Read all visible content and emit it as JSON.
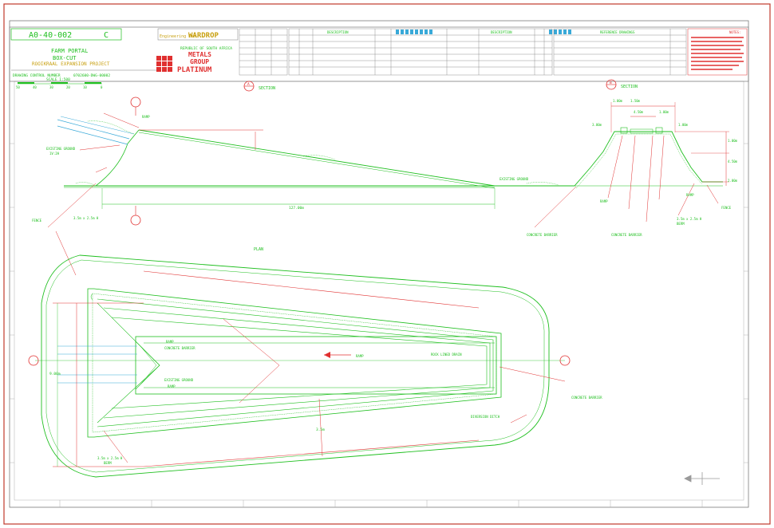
{
  "colors": {
    "paper": "#ffffff",
    "border": "#c0392b",
    "frame": "#7a7a7a",
    "green": "#1fbf1f",
    "red": "#e03030",
    "cyan": "#39a9d8",
    "black": "#222222",
    "grey": "#9a9a9a"
  },
  "title_block": {
    "company_1": "PLATINUM",
    "company_2": "GROUP",
    "company_3": "METALS",
    "consultant_logo": "WARDROP",
    "consultant_sub": "Engineering Inc.",
    "client": "REPUBLIC OF SOUTH AFRICA",
    "project_line_1": "ROOIKRAAL EXPANSION PROJECT",
    "project_line_2": "FARM PORTAL",
    "project_line_3": "BOX-CUT",
    "dwg_no": "A0-40-002",
    "rev": "C",
    "control_label": "DRAWING CONTROL NUMBER",
    "control_no": "0702600-DWG-00002",
    "scale_label": "SCALE 1:500",
    "scale_ticks": [
      "0",
      "10",
      "20",
      "30",
      "40",
      "50"
    ]
  },
  "notes_title": "NOTES:",
  "references_title": "REFERENCE DRAWINGS",
  "revisions_title": "DESCRIPTION",
  "labels": {
    "section_title": "SECTION",
    "section_left": "A",
    "section_right": "B",
    "plan_title": "PLAN",
    "dim_length": "127.00m",
    "dim_width_left": "9.00m",
    "dim_short": "3.5m",
    "ramp": "RAMP",
    "berm": "BERM",
    "berm_spec": "3.5m x 2.5m H",
    "concrete_barrier": "CONCRETE BARRIER",
    "fence": "FENCE",
    "ground": "EXISTING GROUND",
    "slope": "1V:2H",
    "diversion": "DIVERSION DITCH",
    "drain": "ROCK LINED DRAIN",
    "arrow_label": "RAMP",
    "section_dims": [
      "1.00m",
      "4.50m",
      "1.00m",
      "3.00m",
      "1.00m",
      "1.00m",
      "4.50m",
      "2.00m",
      "1.50m"
    ]
  }
}
